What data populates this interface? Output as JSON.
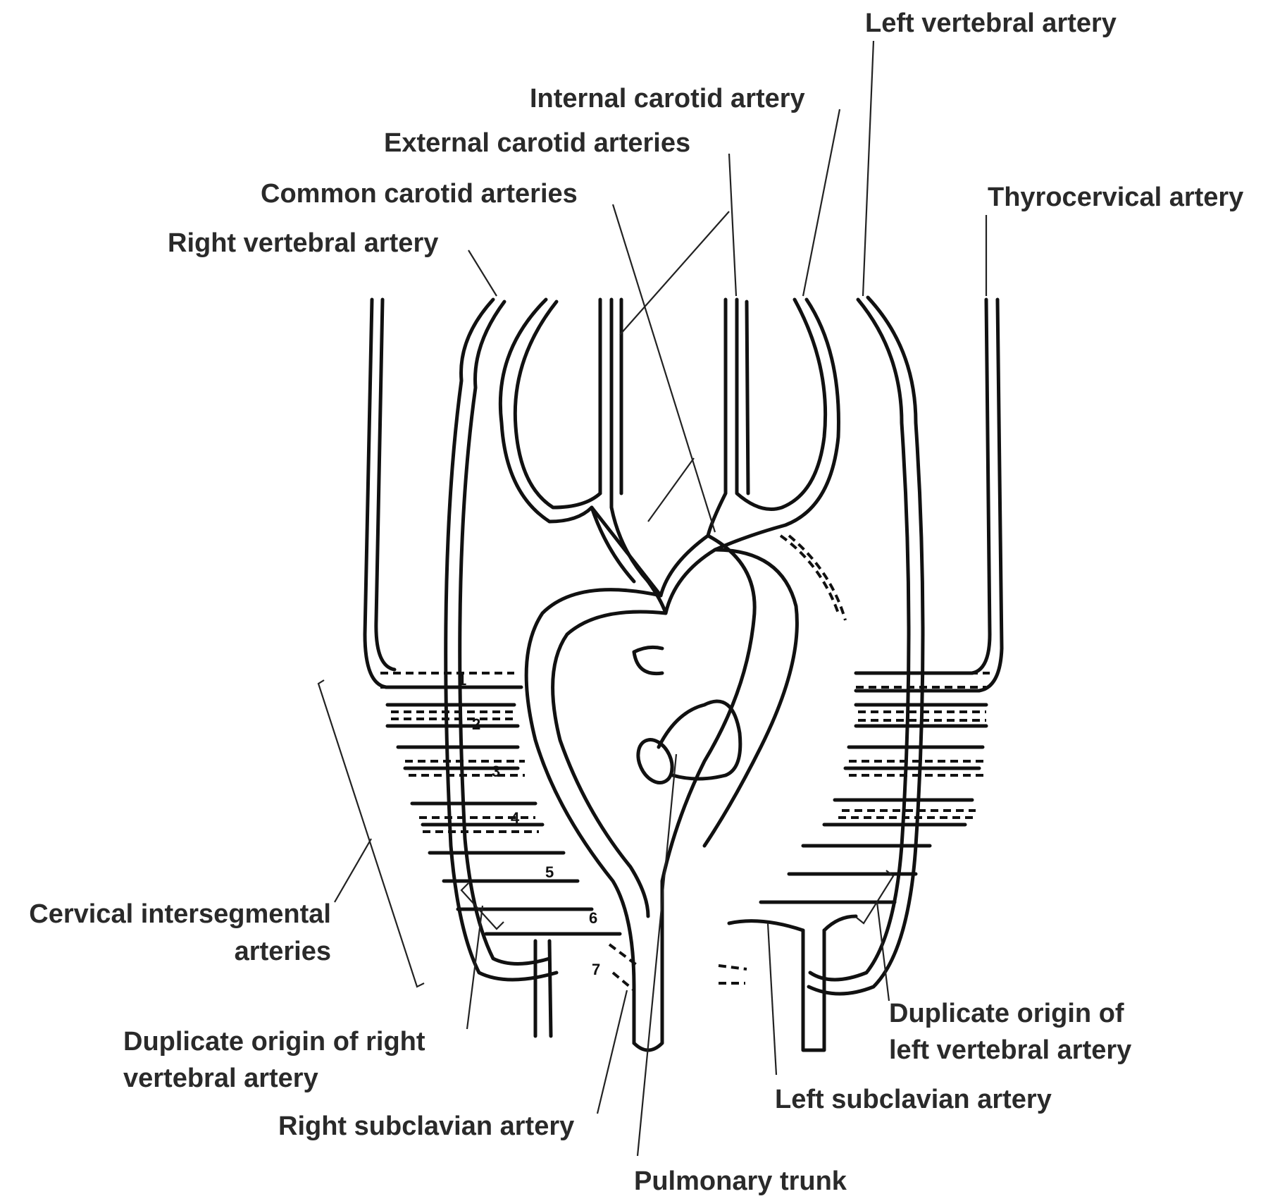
{
  "labels": {
    "left_vertebral": "Left vertebral artery",
    "internal_carotid": "Internal carotid artery",
    "external_carotid": "External carotid arteries",
    "common_carotid": "Common carotid arteries",
    "thyrocervical": "Thyrocervical artery",
    "right_vertebral": "Right vertebral artery",
    "cervical_interseg_line1": "Cervical intersegmental",
    "cervical_interseg_line2": "arteries",
    "dup_right_line1": "Duplicate origin of right",
    "dup_right_line2": "vertebral artery",
    "dup_left_line1": "Duplicate origin of",
    "dup_left_line2": "left vertebral artery",
    "left_subclavian": "Left subclavian artery",
    "right_subclavian": "Right subclavian artery",
    "pulmonary_trunk": "Pulmonary trunk"
  },
  "segment_numbers": [
    "1",
    "2",
    "3",
    "4",
    "5",
    "6",
    "7"
  ]
}
